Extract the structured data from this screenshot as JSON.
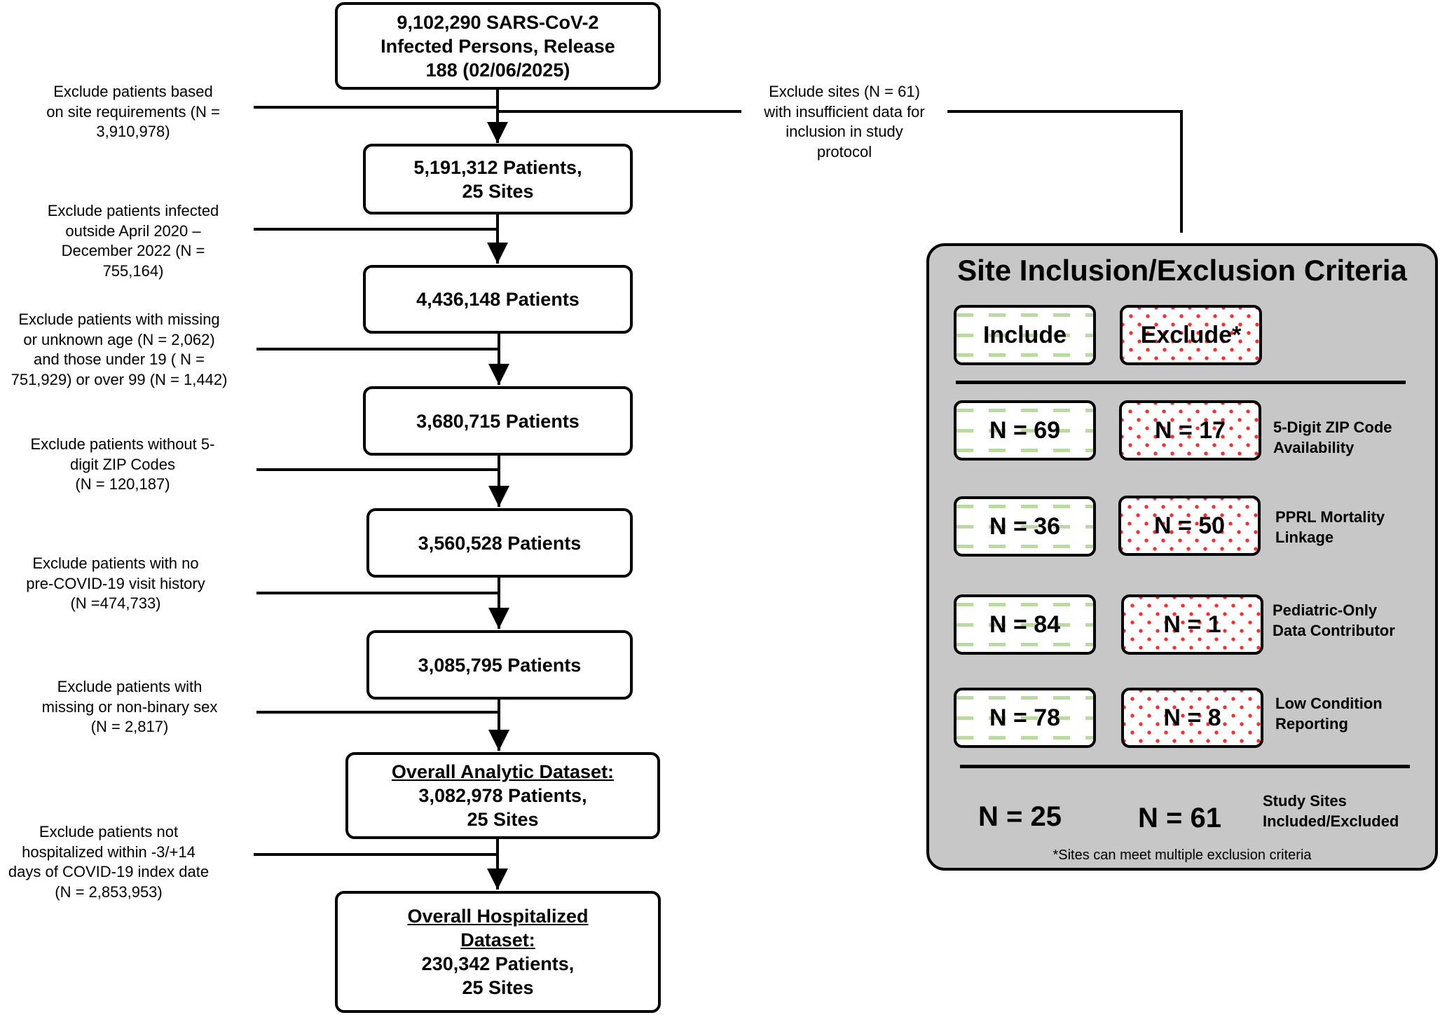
{
  "flow": {
    "boxes": [
      {
        "lines": [
          "9,102,290  SARS-CoV-2",
          "Infected Persons, Release",
          "188 (02/06/2025)"
        ]
      },
      {
        "lines": [
          "5,191,312 Patients,",
          "25 Sites"
        ]
      },
      {
        "lines": [
          "4,436,148 Patients"
        ]
      },
      {
        "lines": [
          "3,680,715 Patients"
        ]
      },
      {
        "lines": [
          "3,560,528 Patients"
        ]
      },
      {
        "lines": [
          "3,085,795 Patients"
        ]
      },
      {
        "heading": [
          "Overall Analytic Dataset:"
        ],
        "lines": [
          "3,082,978 Patients,",
          "25 Sites"
        ]
      },
      {
        "heading": [
          "Overall Hospitalized",
          "Dataset:"
        ],
        "lines": [
          "230,342 Patients,",
          "25 Sites"
        ]
      }
    ],
    "exclusions": [
      {
        "lines": [
          "Exclude patients based",
          "on site requirements (N =",
          "3,910,978)"
        ]
      },
      {
        "lines": [
          "Exclude patients infected",
          "outside April 2020 –",
          "December 2022 (N =",
          "755,164)"
        ]
      },
      {
        "lines": [
          "Exclude patients with missing",
          "or unknown age (N = 2,062)",
          "and those under 19 ( N =",
          "751,929) or over 99 (N = 1,442)"
        ]
      },
      {
        "lines": [
          "Exclude patients without 5-",
          "digit ZIP Codes",
          "(N = 120,187)"
        ]
      },
      {
        "lines": [
          "Exclude patients with no",
          "pre-COVID-19 visit history",
          "(N =474,733)"
        ]
      },
      {
        "lines": [
          "Exclude patients with",
          "missing or non-binary sex",
          "(N = 2,817)"
        ]
      },
      {
        "lines": [
          "Exclude patients not",
          "hospitalized within -3/+14",
          "days of COVID-19 index date",
          "(N = 2,853,953)"
        ]
      }
    ],
    "site_exclusion_note": {
      "lines": [
        "Exclude sites (N = 61)",
        "with insufficient data for",
        "inclusion in study",
        "protocol"
      ]
    }
  },
  "panel": {
    "title": "Site Inclusion/Exclusion Criteria",
    "include_label": "Include",
    "exclude_label": "Exclude*",
    "criteria": [
      {
        "include": "N = 69",
        "exclude": "N = 17",
        "lines": [
          "5-Digit ZIP Code",
          "Availability"
        ]
      },
      {
        "include": "N = 36",
        "exclude": "N = 50",
        "lines": [
          "PPRL Mortality",
          "Linkage"
        ]
      },
      {
        "include": "N = 84",
        "exclude": "N = 1",
        "lines": [
          "Pediatric-Only",
          "Data Contributor"
        ]
      },
      {
        "include": "N = 78",
        "exclude": "N = 8",
        "lines": [
          "Low Condition",
          "Reporting"
        ]
      }
    ],
    "totals": {
      "include": "N = 25",
      "exclude": "N = 61",
      "lines": [
        "Study Sites",
        "Included/Excluded"
      ]
    },
    "footnote": "*Sites can meet multiple exclusion criteria"
  },
  "colors": {
    "include_dash": "#b9dba0",
    "exclude_dot": "#ff2a2a",
    "panel_bg": "#c7c7c7"
  }
}
